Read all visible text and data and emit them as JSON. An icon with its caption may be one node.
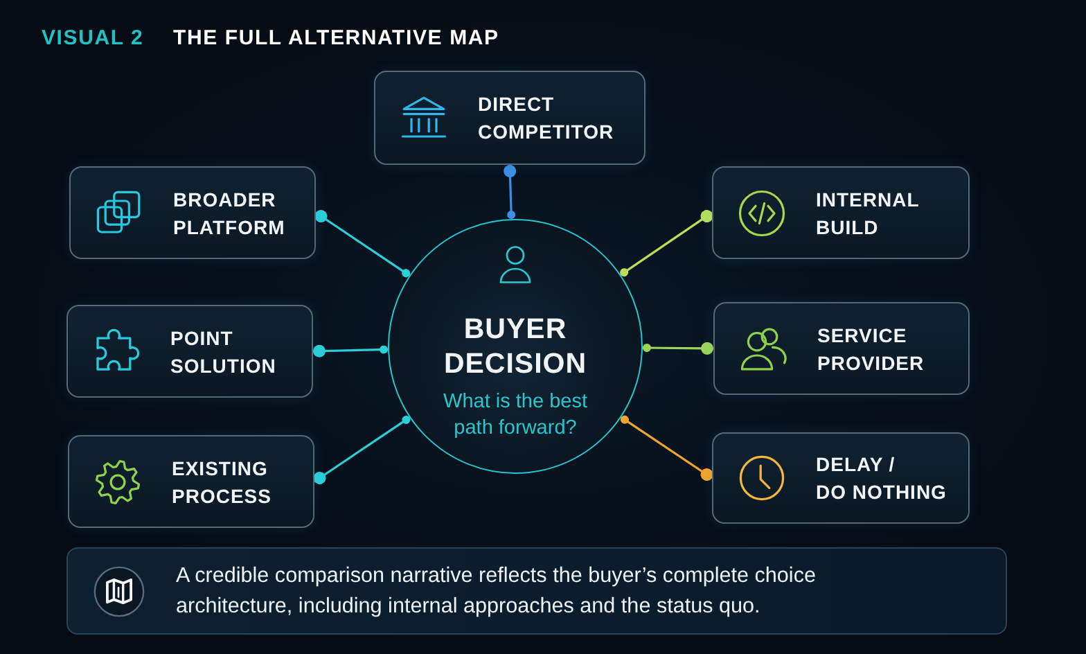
{
  "diagram": {
    "title": "THE FULL ALTERNATIVE MAP",
    "nodes": [
      {
        "text": [
          "DIRECT COMPETITOR"
        ]
      },
      {
        "text": [
          "BROADER PLATFORM"
        ]
      },
      {
        "text": [
          "INTERNAL BUILD"
        ]
      },
      {
        "text": [
          "BUYER DECISION",
          "What is the best path forward?"
        ]
      },
      {
        "text": [
          "POINT SOLUTION"
        ]
      },
      {
        "text": [
          "SERVICE PROVIDER"
        ]
      },
      {
        "text": [
          "EXISTING PROCESS"
        ]
      },
      {
        "text": [
          "DELAY / DO NOTHING"
        ]
      },
      {
        "text": [
          "A credible comparison narrative reflects the buyer’s complete choice architecture, including internal approaches and the status quo."
        ]
      }
    ],
    "edges": [
      {
        "from": 3,
        "to": 0,
        "arrow": "other",
        "color": "#3b8fe6"
      },
      {
        "from": 3,
        "to": 1,
        "arrow": "other"
      },
      {
        "from": 3,
        "to": 2,
        "arrow": "other",
        "color": "#b9e05c"
      },
      {
        "from": 3,
        "to": 4,
        "arrow": "other"
      },
      {
        "from": 3,
        "to": 5,
        "arrow": "other",
        "color": "#9fd45c"
      },
      {
        "from": 3,
        "to": 6,
        "arrow": "other"
      },
      {
        "from": 3,
        "to": 7,
        "arrow": "other",
        "color": "#f2a52e"
      }
    ],
    "labels": [
      "VISUAL 2"
    ]
  }
}
